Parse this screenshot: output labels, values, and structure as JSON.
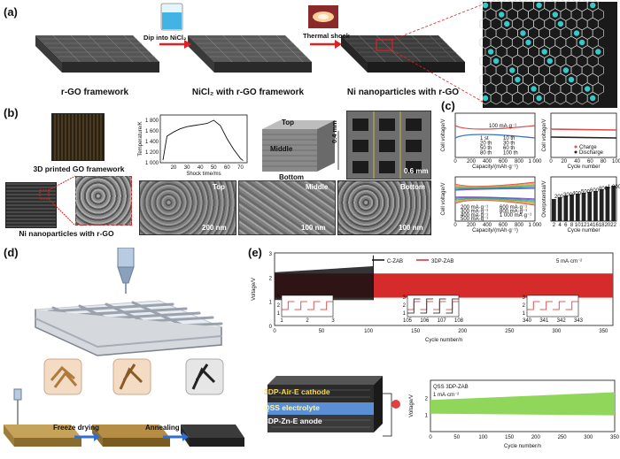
{
  "panels": {
    "a": "(a)",
    "b": "(b)",
    "c": "(c)",
    "d": "(d)",
    "e": "(e)"
  },
  "a": {
    "caption1": "r-GO framework",
    "caption2": "NiCl₂ with r-GO framework",
    "caption3": "Ni nanoparticles with r-GO",
    "arrow1": "Dip into NiCl₂",
    "arrow2": "Thermal shock"
  },
  "b": {
    "label_printed": "3D printed GO framework",
    "label_ni": "Ni nanoparticles with r-GO",
    "temp_ylabel": "Temperature/K",
    "temp_xlabel": "Shock time/ms",
    "top": "Top",
    "middle": "Middle",
    "bottom": "Bottom",
    "thickness": "0.4 mm",
    "scale_06": "0.6 mm",
    "sem_top": "Top",
    "sem_middle": "Middle",
    "sem_bottom": "Bottom",
    "sem_scale1": "200 nm",
    "sem_scale2": "100 nm",
    "sem_scale3": "100 nm"
  },
  "c": {
    "ylabel_cv": "Cell voltage/V",
    "xlabel_cap": "Capacity/(mAh·g⁻¹)",
    "rate_label": "100 mA·g⁻¹",
    "legend_cycles": [
      "1 st",
      "10 th",
      "20 th",
      "30 th",
      "50 th",
      "60 th",
      "80 th",
      "100 th"
    ],
    "legend_rates": [
      "200 mA·g⁻¹",
      "300 mA·g⁻¹",
      "400 mA·g⁻¹",
      "500 mA·g⁻¹",
      "600 mA·g⁻¹",
      "800 mA·g⁻¹",
      "1 000 mA·g⁻¹"
    ],
    "charge": "Charge",
    "discharge": "Discharge",
    "xlabel_cycle": "Cycle number",
    "ylabel_over": "Overpotential/V",
    "bar_labels": [
      "200",
      "300",
      "400",
      "500",
      "600",
      "800",
      "1 000"
    ],
    "unit_label": "mA·g⁻¹"
  },
  "d": {
    "freeze": "Freeze drying",
    "anneal": "Annealing"
  },
  "e": {
    "legend1": "C-ZAB",
    "legend2": "3DP-ZAB",
    "current": "5 mA·cm⁻²",
    "ylabel": "Voltage/V",
    "xlabel": "Cycle number/n",
    "qss": "QSS 3DP-ZAB",
    "qss_current": "1 mA·cm⁻²",
    "layer_cathode": "3DP-Air-E cathode",
    "layer_electrolyte": "QSS electrolyte",
    "layer_anode": "3DP-Zn-E anode"
  },
  "chart_data": [
    {
      "type": "line",
      "title": "",
      "xlabel": "Shock time/ms",
      "ylabel": "Temperature/K",
      "xlim": [
        10,
        75
      ],
      "ylim": [
        1000,
        1900
      ],
      "x": [
        12,
        15,
        20,
        25,
        30,
        35,
        40,
        45,
        50,
        55,
        60,
        65,
        70,
        72
      ],
      "series": [
        {
          "values": [
            1050,
            1500,
            1580,
            1640,
            1680,
            1700,
            1720,
            1740,
            1800,
            1700,
            1450,
            1250,
            1080,
            1040
          ]
        }
      ],
      "xticks": [
        20,
        30,
        40,
        50,
        60,
        70
      ],
      "yticks": [
        1000,
        1200,
        1400,
        1600,
        1800
      ]
    },
    {
      "type": "bar",
      "xlabel": "Cycle number",
      "ylabel": "Overpotential/V",
      "categories": [
        "2",
        "4",
        "6",
        "8",
        "10",
        "12",
        "14",
        "16",
        "18",
        "20",
        "22"
      ],
      "values": [
        1.25,
        1.35,
        1.45,
        1.5,
        1.55,
        1.6,
        1.65,
        1.7,
        1.8,
        1.95,
        2.0
      ],
      "ylim": [
        0,
        2.5
      ]
    },
    {
      "type": "line",
      "xlabel": "Cycle number/n",
      "ylabel": "Voltage/V",
      "xlim": [
        0,
        360
      ],
      "ylim": [
        0,
        3
      ],
      "series": [
        {
          "name": "C-ZAB",
          "x": [
            0,
            105
          ],
          "upper": [
            2.2,
            2.45
          ],
          "lower": [
            1.05,
            0.95
          ]
        },
        {
          "name": "3DP-ZAB",
          "x": [
            0,
            360
          ],
          "upper": [
            2.15,
            2.1
          ],
          "lower": [
            1.15,
            1.15
          ]
        }
      ],
      "xticks": [
        0,
        50,
        100,
        150,
        200,
        250,
        300,
        350
      ],
      "yticks": [
        0,
        1,
        2,
        3
      ]
    },
    {
      "type": "area",
      "xlabel": "Cycle number/n",
      "ylabel": "Voltage/V",
      "title": "QSS 3DP-ZAB",
      "xlim": [
        0,
        350
      ],
      "ylim": [
        0,
        3
      ],
      "x": [
        0,
        350
      ],
      "upper": [
        1.85,
        2.3
      ],
      "lower": [
        1.05,
        0.95
      ],
      "xticks": [
        0,
        50,
        100,
        150,
        200,
        250,
        300,
        350
      ],
      "yticks": [
        1,
        2
      ]
    }
  ]
}
